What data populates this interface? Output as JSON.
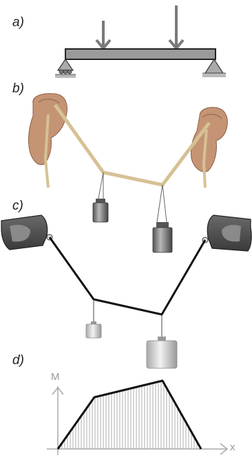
{
  "panels": {
    "a": {
      "label": "a)"
    },
    "b": {
      "label": "b)"
    },
    "c": {
      "label": "c)"
    },
    "d": {
      "label": "d)"
    }
  },
  "diagram_d": {
    "y_axis_label": "M",
    "x_axis_label": "x"
  },
  "colors": {
    "beam": "#9a9a9a",
    "arrow": "#7a7a7a",
    "rope": "#d8c49a",
    "cord": "#111111",
    "moment_outline": "#111111",
    "moment_hatch": "#999999",
    "axis": "#aaaaaa",
    "skin": "#c89a78",
    "clamp": "#555555"
  }
}
